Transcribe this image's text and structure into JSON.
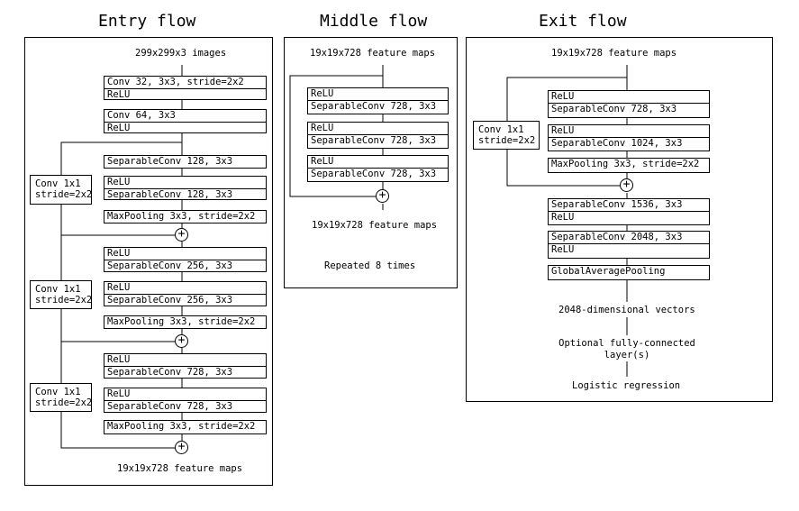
{
  "titles": {
    "entry": "Entry flow",
    "middle": "Middle flow",
    "exit": "Exit flow"
  },
  "entry": {
    "input": "299x299x3 images",
    "b1": [
      "Conv 32, 3x3, stride=2x2",
      "ReLU"
    ],
    "b2": [
      "Conv 64, 3x3",
      "ReLU"
    ],
    "m1a": [
      "SeparableConv 128, 3x3"
    ],
    "m1b": [
      "ReLU",
      "SeparableConv 128, 3x3"
    ],
    "m1c": [
      "MaxPooling 3x3, stride=2x2"
    ],
    "m2a": [
      "ReLU",
      "SeparableConv 256, 3x3"
    ],
    "m2b": [
      "ReLU",
      "SeparableConv 256, 3x3"
    ],
    "m2c": [
      "MaxPooling 3x3, stride=2x2"
    ],
    "m3a": [
      "ReLU",
      "SeparableConv 728, 3x3"
    ],
    "m3b": [
      "ReLU",
      "SeparableConv 728, 3x3"
    ],
    "m3c": [
      "MaxPooling 3x3, stride=2x2"
    ],
    "skip": [
      "Conv 1x1",
      "stride=2x2"
    ],
    "output": "19x19x728 feature maps",
    "plus": "+"
  },
  "middle": {
    "input": "19x19x728 feature maps",
    "blocks": [
      [
        "ReLU",
        "SeparableConv 728, 3x3"
      ],
      [
        "ReLU",
        "SeparableConv 728, 3x3"
      ],
      [
        "ReLU",
        "SeparableConv 728, 3x3"
      ]
    ],
    "output": "19x19x728 feature maps",
    "repeat": "Repeated 8 times",
    "plus": "+"
  },
  "exit": {
    "input": "19x19x728 feature maps",
    "e1": [
      "ReLU",
      "SeparableConv 728, 3x3"
    ],
    "e2": [
      "ReLU",
      "SeparableConv 1024, 3x3"
    ],
    "e3": [
      "MaxPooling 3x3, stride=2x2"
    ],
    "skip": [
      "Conv 1x1",
      "stride=2x2"
    ],
    "e4": [
      "SeparableConv 1536, 3x3",
      "ReLU"
    ],
    "e5": [
      "SeparableConv 2048, 3x3",
      "ReLU"
    ],
    "e6": [
      "GlobalAveragePooling"
    ],
    "vectors": "2048-dimensional vectors",
    "fc": [
      "Optional fully-connected",
      "layer(s)"
    ],
    "logistic": "Logistic regression",
    "plus": "+"
  }
}
